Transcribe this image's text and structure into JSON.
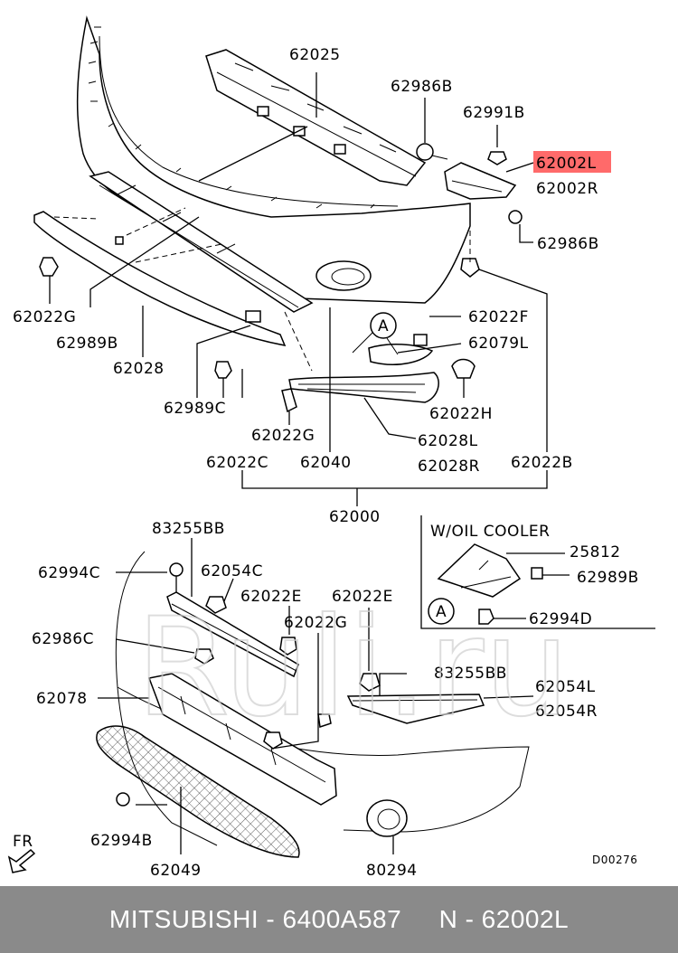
{
  "labels": {
    "p62025": "62025",
    "p62986B_top": "62986B",
    "p62991B": "62991B",
    "p62002L": "62002L",
    "p62002R": "62002R",
    "p62986B_right": "62986B",
    "p62022G_left": "62022G",
    "p62989B_left": "62989B",
    "p62028": "62028",
    "p62989C": "62989C",
    "p62022F": "62022F",
    "p62079L": "62079L",
    "p62022H": "62022H",
    "p62022G_mid": "62022G",
    "p62028L": "62028L",
    "p62028R": "62028R",
    "p62022C": "62022C",
    "p62040": "62040",
    "p62022B": "62022B",
    "p62000": "62000",
    "p83255BB_top": "83255BB",
    "p62994C": "62994C",
    "p62054C": "62054C",
    "p62022E_a": "62022E",
    "p62022E_b": "62022E",
    "p62022G_low": "62022G",
    "p62986C": "62986C",
    "p83255BB_mid": "83255BB",
    "p62078": "62078",
    "p62054L": "62054L",
    "p62054R": "62054R",
    "p62994B": "62994B",
    "p62049": "62049",
    "p80294": "80294",
    "oil_cooler": "W/OIL  COOLER",
    "p25812": "25812",
    "p62989B_right": "62989B",
    "p62994D": "62994D",
    "callout_a_top": "A",
    "callout_a_box": "A",
    "fr": "FR",
    "diagram_code": "D00276"
  },
  "highlight_color": "#ff6a6a",
  "footer": "MITSUBISHI - 6400A587     N - 62002L",
  "watermark": "Ruli.ru"
}
